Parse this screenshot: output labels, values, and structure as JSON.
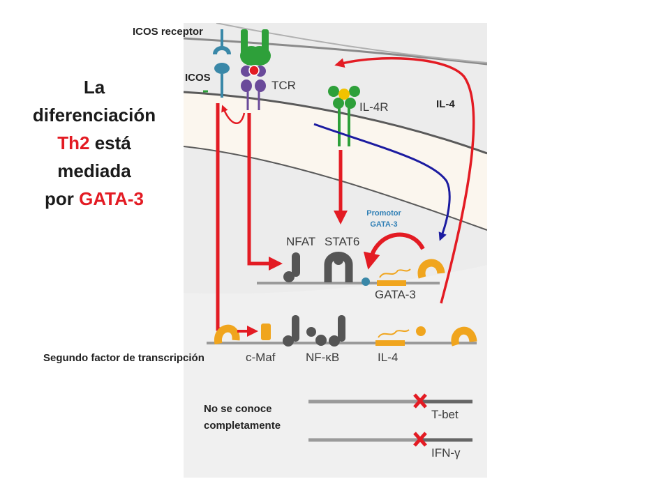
{
  "title": {
    "line1": "La",
    "line2": "diferenciación",
    "line3_red": "Th2",
    "line3_rest": " está",
    "line4": "mediada",
    "line5_prefix": "por ",
    "line5_red": "GATA-3"
  },
  "labels": {
    "icos_receptor": "ICOS receptor",
    "icos": "ICOS",
    "tcr": "TCR",
    "il4r": "IL-4R",
    "il4_ligand": "IL-4",
    "promotor_line1": "Promotor",
    "promotor_line2": "GATA-3",
    "nfat": "NFAT",
    "stat6": "STAT6",
    "gata3_gene": "GATA-3",
    "cmaf": "c-Maf",
    "nfkb": "NF-κB",
    "il4_gene": "IL-4",
    "segundo_factor": "Segundo factor de transcripción",
    "no_se_conoce_line1": "No se conoce",
    "no_se_conoce_line2": "completamente",
    "tbet": "T-bet",
    "ifng": "IFN-γ"
  },
  "colors": {
    "accent_red": "#e31b23",
    "arrow_blue": "#1b1ba0",
    "orange": "#f0a51e",
    "green": "#2ea03a",
    "purple": "#6a4a9a",
    "teal": "#3a88a8",
    "dark_gray": "#555555"
  }
}
